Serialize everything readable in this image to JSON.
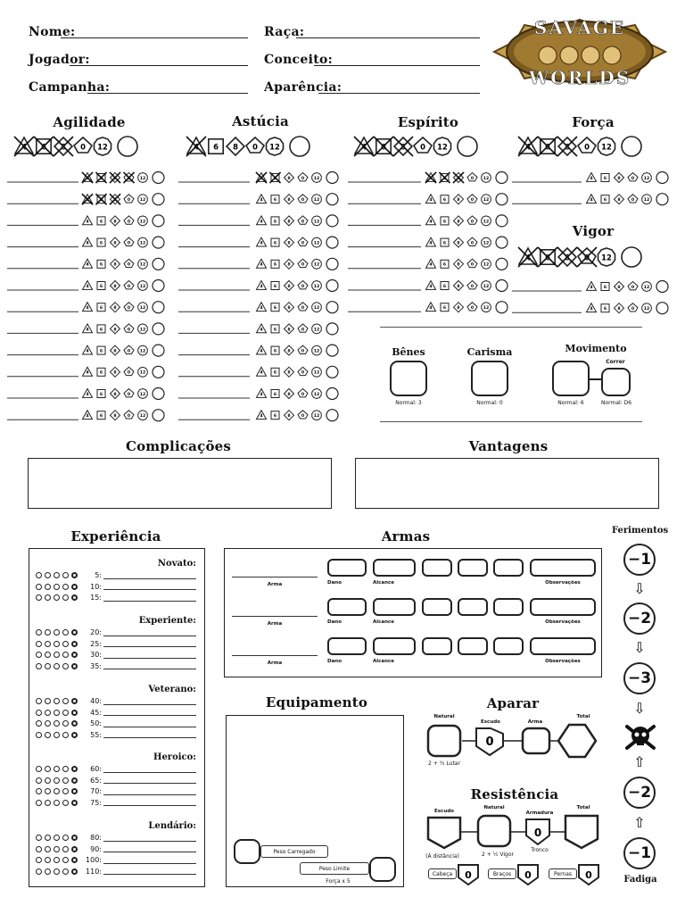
{
  "header": {
    "nome": "Nome:",
    "jogador": "Jogador:",
    "campanha": "Campanha:",
    "raca": "Raça:",
    "conceito": "Conceito:",
    "aparencia": "Aparência:"
  },
  "logo": {
    "line1": "SAVAGE",
    "line2": "WORLDS"
  },
  "attributes": {
    "agilidade": "Agilidade",
    "astucia": "Astúcia",
    "espirito": "Espírito",
    "forca": "Força",
    "vigor": "Vigor"
  },
  "dice": {
    "d4": "4",
    "d6": "6",
    "d8": "8",
    "d10": "0",
    "d12": "12"
  },
  "derived": {
    "benes": "Bênes",
    "benes_normal": "Normal: 3",
    "carisma": "Carisma",
    "carisma_normal": "Normal: 0",
    "movimento": "Movimento",
    "correr": "Correr",
    "movimento_normal": "Normal: 6",
    "correr_normal": "Normal: D6"
  },
  "complicacoes": "Complicações",
  "vantagens": "Vantagens",
  "experiencia": {
    "title": "Experiência",
    "ranks": [
      {
        "name": "Novato:",
        "values": [
          "5:",
          "10:",
          "15:"
        ]
      },
      {
        "name": "Experiente:",
        "values": [
          "20:",
          "25:",
          "30:",
          "35:"
        ]
      },
      {
        "name": "Veterano:",
        "values": [
          "40:",
          "45:",
          "50:",
          "55:"
        ]
      },
      {
        "name": "Heroico:",
        "values": [
          "60:",
          "65:",
          "70:",
          "75:"
        ]
      },
      {
        "name": "Lendário:",
        "values": [
          "80:",
          "90:",
          "100:",
          "110:"
        ]
      }
    ]
  },
  "armas": {
    "title": "Armas",
    "arma": "Arma",
    "dano": "Dano",
    "alcance": "Alcance",
    "observacoes": "Observações"
  },
  "equipamento": {
    "title": "Equipamento",
    "peso_carregado": "Peso Carregado",
    "peso_limite": "Peso Limite",
    "forca_x5": "Força x 5"
  },
  "aparar": {
    "title": "Aparar",
    "natural": "Natural",
    "escudo": "Escudo",
    "arma": "Arma",
    "total": "Total",
    "formula": "2 + ½ Lutar",
    "escudo_val": "0"
  },
  "resistencia": {
    "title": "Resistência",
    "escudo": "Escudo",
    "natural": "Natural",
    "armadura": "Armadura",
    "total": "Total",
    "distancia": "(À distância)",
    "formula": "2 + ½ Vigor",
    "tronco": "Tronco",
    "cabeca": "Cabeça",
    "bracos": "Braços",
    "pernas": "Pernas",
    "zero": "0"
  },
  "ferimentos": {
    "title": "Ferimentos",
    "w1": "−1",
    "w2": "−2",
    "w3": "−3",
    "f2": "−2",
    "f1": "−1",
    "fadiga": "Fadiga"
  }
}
